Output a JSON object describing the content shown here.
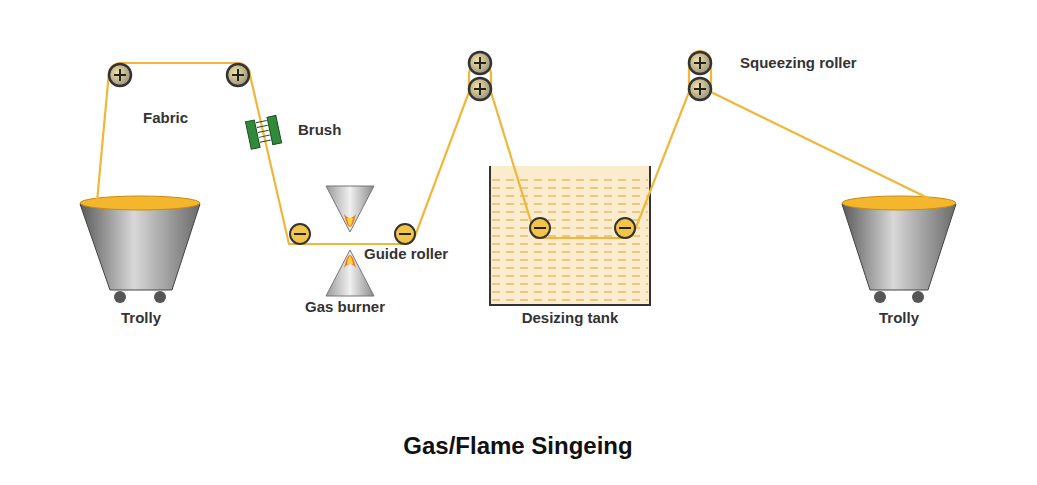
{
  "diagram": {
    "caption": "Gas/Flame Singeing",
    "labels": [
      "Fabric",
      "Brush",
      "Guide roller",
      "Gas burner",
      "Desizing tank",
      "Squeezing roller",
      "Trolly",
      "Trolly"
    ]
  }
}
